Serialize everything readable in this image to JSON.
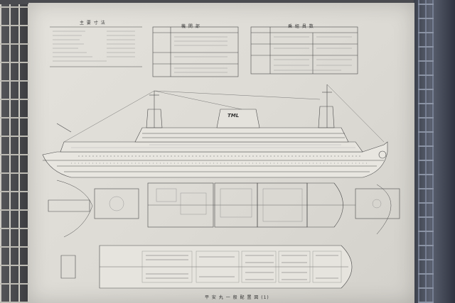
{
  "photo": {
    "subject": "ship-blueprint-panel",
    "panel_color": "#e0ded8",
    "ink_color": "#3c3c3c",
    "funnel_logo": "TML",
    "tables": [
      {
        "title": "主 要 寸 法"
      },
      {
        "title": "機 関 部"
      },
      {
        "title": "乗 組 員 数"
      }
    ],
    "caption": "平 安 丸 一 般 配 置 図 (1)"
  }
}
